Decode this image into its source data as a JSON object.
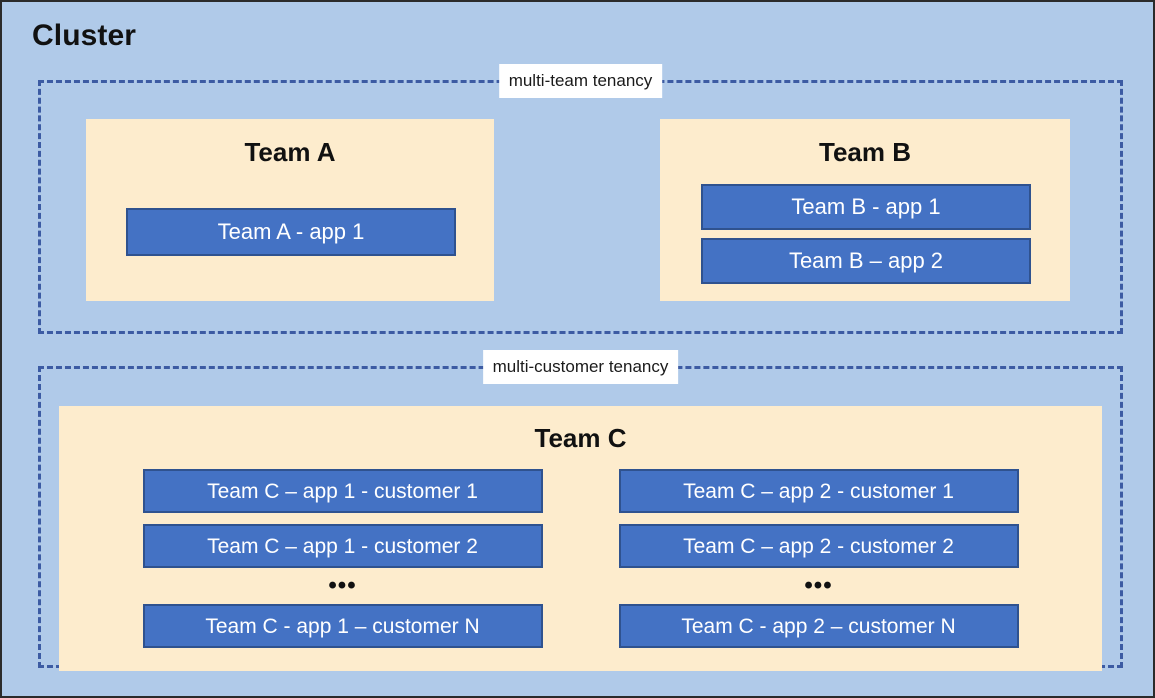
{
  "diagram": {
    "title": "Cluster",
    "background_color": "#b0cae9",
    "outer_border_color": "#2b2b2b",
    "dashed_group_color": "#3c5ba3",
    "panel_fill_color": "#fdeccd",
    "app_fill_color": "#4472c4",
    "app_border_color": "#2f528f",
    "app_text_color": "#ffffff",
    "label_background_color": "#ffffff"
  },
  "groups": [
    {
      "id": "multi-team",
      "label": "multi-team tenancy",
      "teams": [
        {
          "id": "team-a",
          "title": "Team A",
          "apps": [
            {
              "label": "Team A - app 1"
            }
          ]
        },
        {
          "id": "team-b",
          "title": "Team B",
          "apps": [
            {
              "label": "Team B - app 1"
            },
            {
              "label": "Team B – app 2"
            }
          ]
        }
      ]
    },
    {
      "id": "multi-customer",
      "label": "multi-customer tenancy",
      "teams": [
        {
          "id": "team-c",
          "title": "Team C",
          "columns": [
            {
              "id": "team-c-app-1",
              "apps": [
                {
                  "label": "Team C – app 1 - customer 1"
                },
                {
                  "label": "Team C – app 1 - customer 2"
                }
              ],
              "ellipsis": "•••",
              "last_app": {
                "label": "Team C - app 1 – customer N"
              }
            },
            {
              "id": "team-c-app-2",
              "apps": [
                {
                  "label": "Team C – app 2 - customer 1"
                },
                {
                  "label": "Team C – app 2 - customer 2"
                }
              ],
              "ellipsis": "•••",
              "last_app": {
                "label": "Team C - app 2 – customer N"
              }
            }
          ]
        }
      ]
    }
  ]
}
